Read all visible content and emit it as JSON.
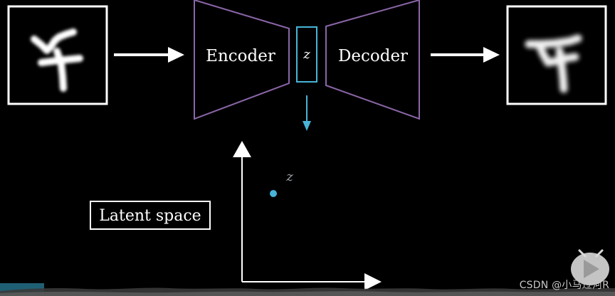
{
  "diagram": {
    "encoder_label": "Encoder",
    "decoder_label": "Decoder",
    "bottleneck_label": "z",
    "point_label": "z",
    "latent_label": "Latent space",
    "watermark": "CSDN @小马过河R"
  },
  "colors": {
    "background": "#000000",
    "trapezoid_stroke": "#8a66a8",
    "bottleneck_stroke": "#48b4d8",
    "point_fill": "#48b4d8",
    "arrow": "#ffffff",
    "accent_arrow": "#48b4d8"
  }
}
